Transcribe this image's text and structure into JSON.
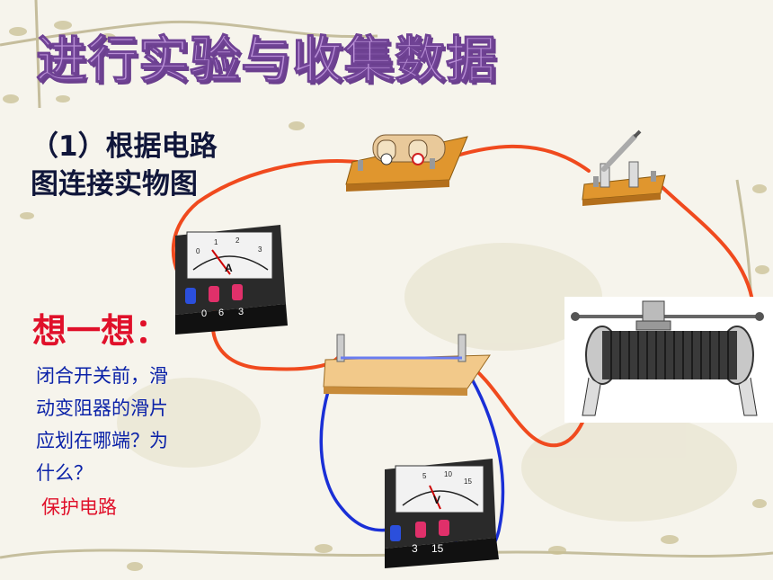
{
  "title": "进行实验与收集数据",
  "step": {
    "line1": "（1）根据电路",
    "line2": "图连接实物图"
  },
  "think": {
    "heading": "想一想：",
    "question_lines": [
      "闭合开关前，滑",
      "动变阻器的滑片",
      "应划在哪端？为",
      "什么？"
    ],
    "answer": "保护电路"
  },
  "ammeter": {
    "dial_letter": "A",
    "scale_marks": [
      "0",
      "1",
      "2",
      "3"
    ],
    "terminal_labels": [
      "0",
      "6",
      "3"
    ]
  },
  "voltmeter": {
    "dial_letter": "V",
    "scale_marks": [
      "5",
      "10",
      "15"
    ],
    "terminal_labels": [
      "3",
      "15"
    ]
  },
  "colors": {
    "wire_red": "#f04a1e",
    "wire_blue": "#1a2fd6",
    "wood": "#e0962e",
    "title_fill": "#b98fd6",
    "title_shadow": "#6b3f8e",
    "text_dark": "#10163a",
    "text_red": "#e0102a",
    "text_blue": "#0b22a8"
  }
}
